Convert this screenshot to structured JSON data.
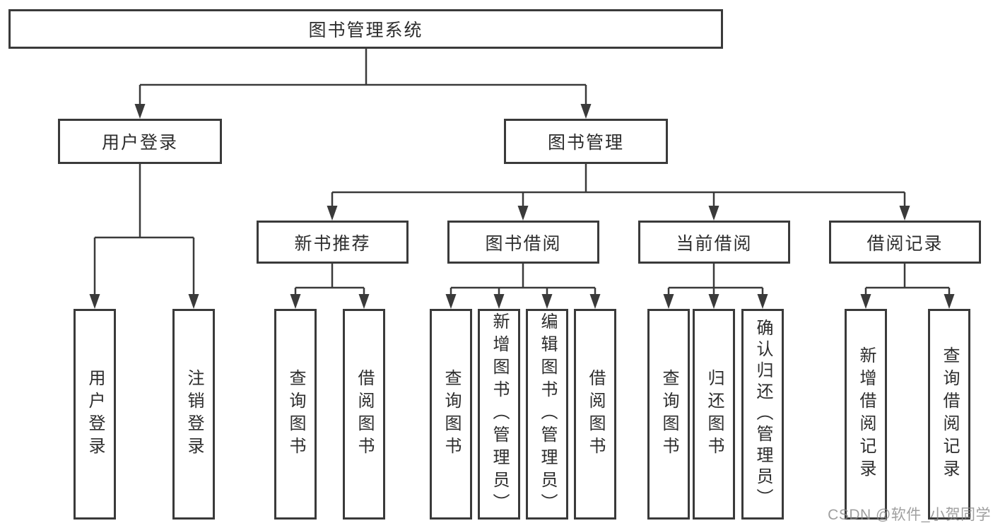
{
  "diagram": {
    "title": "图书管理系统",
    "colors": {
      "line": "#3a3a3a",
      "box_border": "#3a3a3a",
      "text": "#2d2d2d",
      "background": "#ffffff"
    },
    "level2": [
      {
        "label": "用户登录"
      },
      {
        "label": "图书管理"
      }
    ],
    "level3": [
      {
        "label": "新书推荐"
      },
      {
        "label": "图书借阅"
      },
      {
        "label": "当前借阅"
      },
      {
        "label": "借阅记录"
      }
    ],
    "leaves": {
      "user_login": [
        "用户登录",
        "注销登录"
      ],
      "new_book_recommend": [
        "查询图书",
        "借阅图书"
      ],
      "book_borrow": [
        "查询图书",
        "新增图书（管理员）",
        "编辑图书（管理员）",
        "借阅图书"
      ],
      "current_borrow": [
        "查询图书",
        "归还图书",
        "确认归还（管理员）"
      ],
      "borrow_record": [
        "新增借阅记录",
        "查询借阅记录"
      ]
    }
  },
  "watermark": {
    "text": "CSDN @软件_小贺同学",
    "color": "#878787"
  }
}
